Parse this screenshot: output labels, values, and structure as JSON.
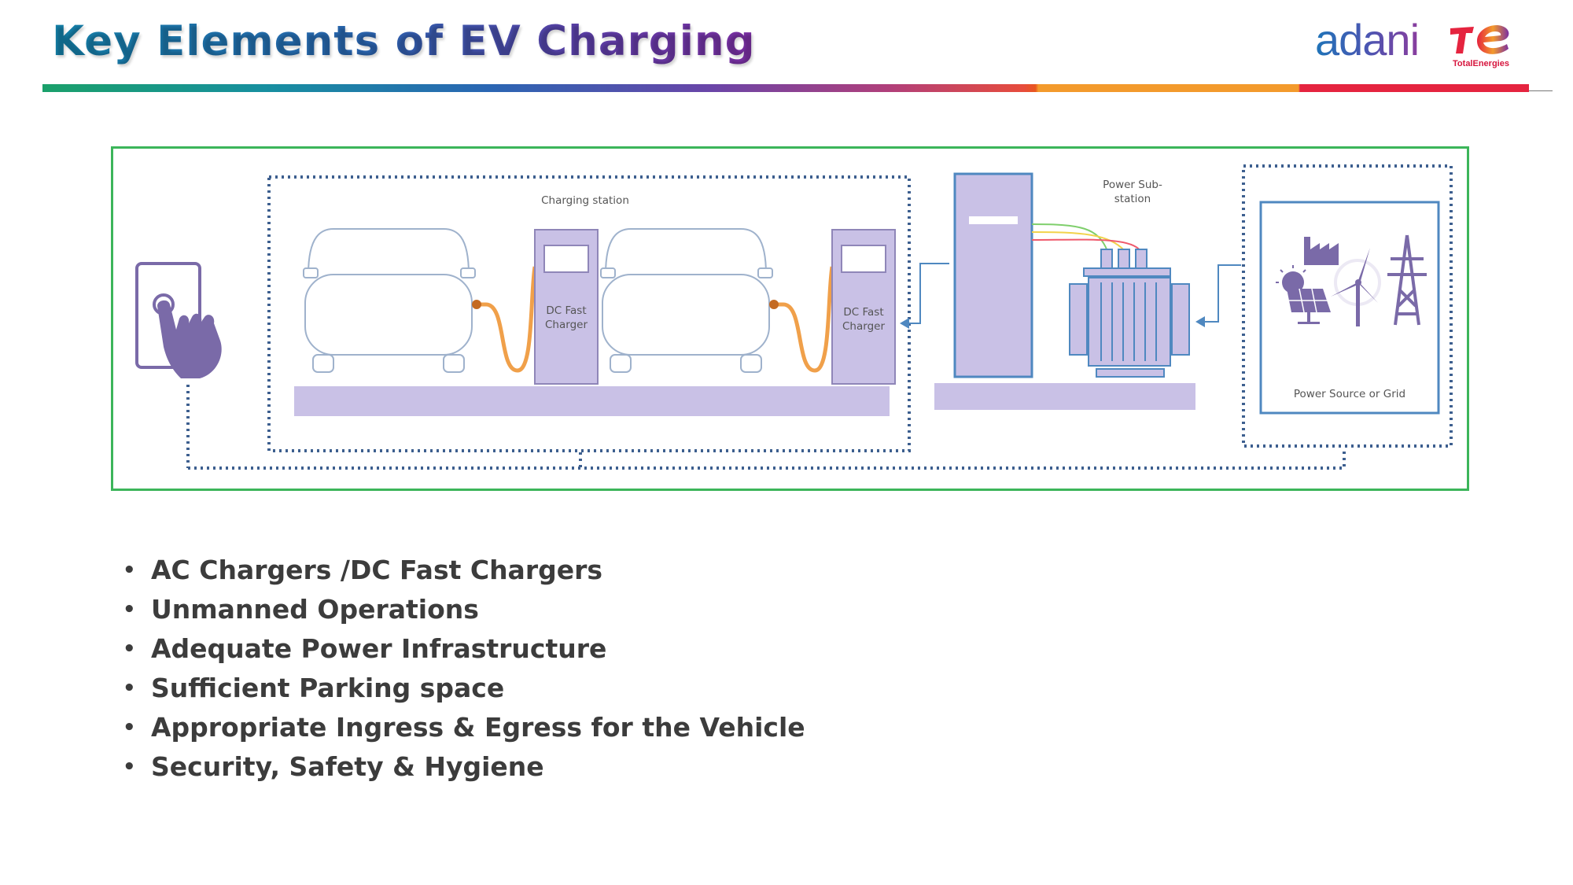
{
  "header": {
    "title": "Key Elements of EV Charging",
    "logo_adani": "adani",
    "logo_totalenergies": "TotalEnergies"
  },
  "diagram": {
    "charging_station_label": "Charging station",
    "charger_1_label": [
      "DC Fast",
      "Charger"
    ],
    "charger_2_label": [
      "DC Fast",
      "Charger"
    ],
    "substation_label": [
      "Power Sub-",
      "station"
    ],
    "power_source_label": "Power Source or Grid"
  },
  "bullets": [
    "AC Chargers /DC Fast Chargers",
    "Unmanned Operations",
    "Adequate Power Infrastructure",
    "Sufficient Parking space",
    "Appropriate Ingress & Egress for the Vehicle",
    "Security, Safety & Hygiene"
  ],
  "colors": {
    "frame": "#3cb55a",
    "diagram_fill": "#c9c1e6",
    "diagram_stroke": "#4f88c0",
    "icon_purple": "#7a6aa8",
    "cable": "#f0a04a",
    "text": "#3c3c3c"
  }
}
